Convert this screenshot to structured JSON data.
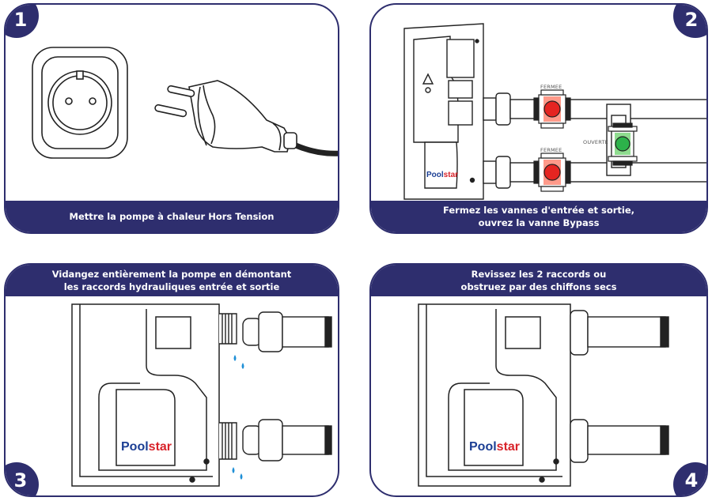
{
  "panels": [
    {
      "number": "1",
      "caption": [
        "Mettre la pompe à chaleur Hors Tension"
      ]
    },
    {
      "number": "2",
      "caption": [
        "Fermez les vannes d'entrée et sortie,",
        "ouvrez la vanne Bypass"
      ]
    },
    {
      "number": "3",
      "caption": [
        "Vidangez entièrement la pompe en démontant",
        "les raccords hydrauliques entrée et sortie"
      ]
    },
    {
      "number": "4",
      "caption": [
        "Revissez les 2 raccords ou",
        "obstruez par des chiffons secs"
      ]
    }
  ],
  "valve_labels": {
    "top": "FERMEE",
    "bottom": "FERMEE",
    "bypass": "OUVERTE"
  },
  "logo": {
    "part1": "Pool",
    "part2": "star"
  },
  "colors": {
    "navy": "#2e2e6e",
    "closed_valve": "#e52521",
    "open_valve": "#2db24a",
    "water": "#1e8fd6"
  },
  "icons": [
    "wall-socket-icon",
    "power-plug-icon",
    "heat-pump-icon",
    "valve-icon",
    "water-drop-icon"
  ]
}
